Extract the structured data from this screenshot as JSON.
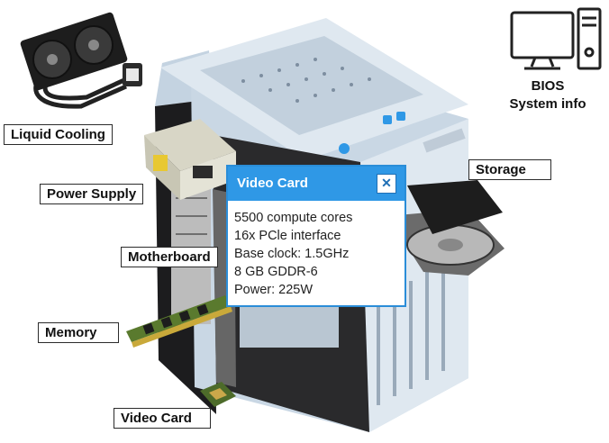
{
  "labels": {
    "liquid_cooling": "Liquid Cooling",
    "power_supply": "Power Supply",
    "motherboard": "Motherboard",
    "memory": "Memory",
    "video_card": "Video Card",
    "storage": "Storage",
    "bios_line1": "BIOS",
    "bios_line2": "System info"
  },
  "popup": {
    "title": "Video Card",
    "close_symbol": "✕",
    "specs": [
      "5500 compute cores",
      "16x PCle interface",
      "Base clock: 1.5GHz",
      "8 GB GDDR-6",
      "Power: 225W"
    ]
  },
  "colors": {
    "popup_header": "#2f98e6",
    "case_panel": "#c9d7e4",
    "case_front": "#dfe8f0"
  },
  "icons": [
    "liquid-cooler-icon",
    "power-supply-icon",
    "computer-icon",
    "hard-drive-icon",
    "ram-stick-icon",
    "chip-icon"
  ]
}
